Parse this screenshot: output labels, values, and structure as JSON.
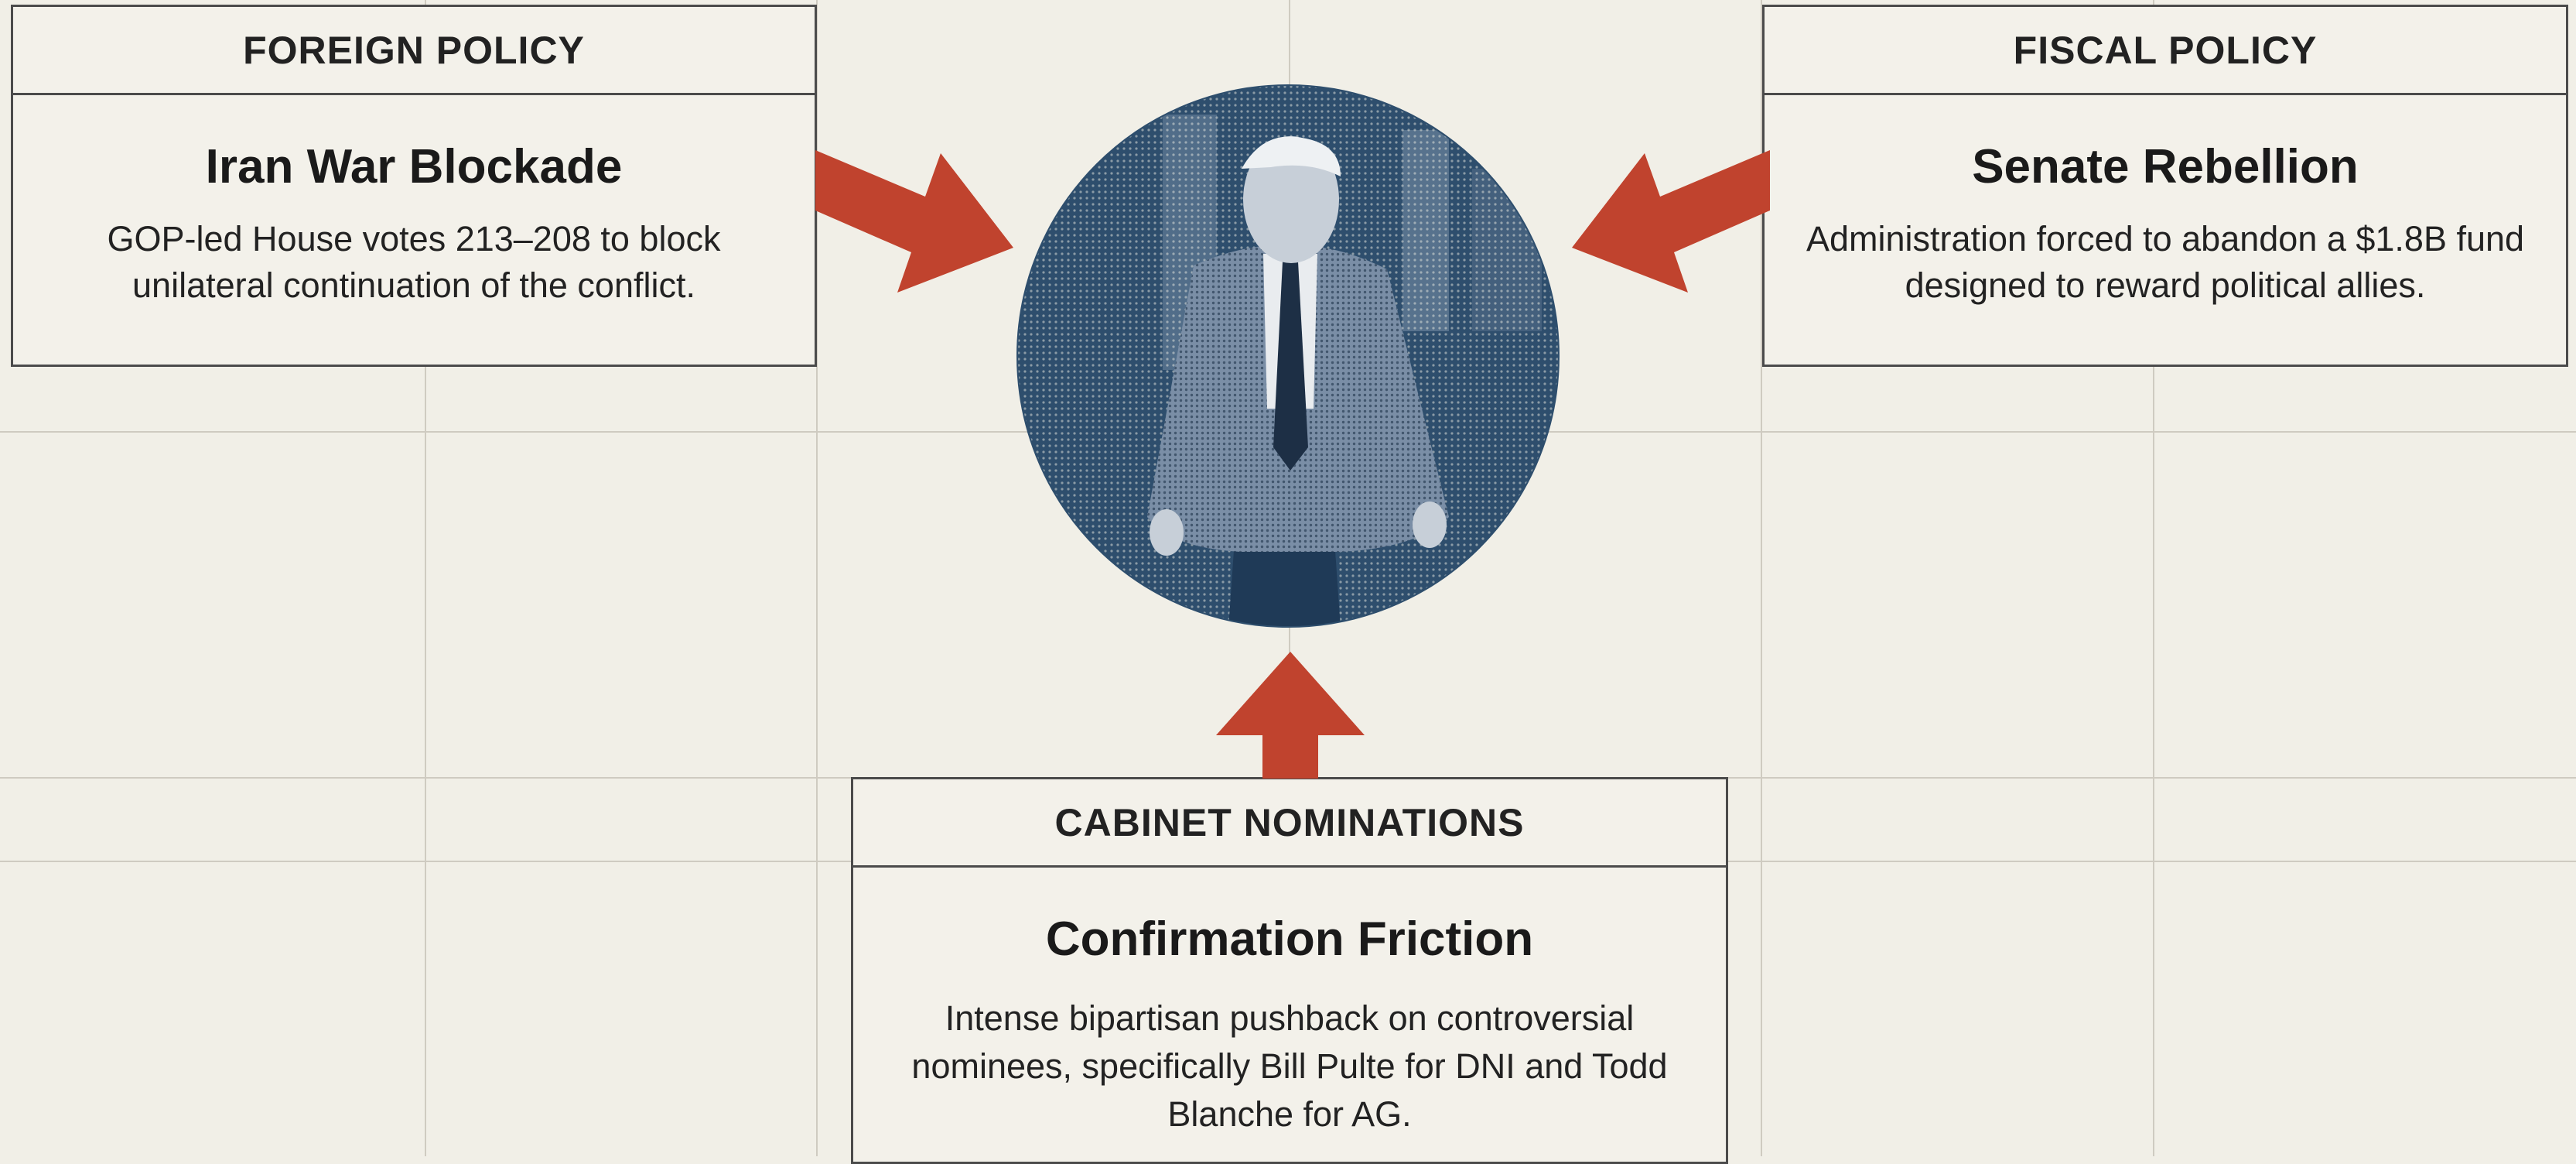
{
  "colors": {
    "background": "#f1efe7",
    "arrow": "#c0432e",
    "portrait": "#2e4e6d",
    "border": "#4b4b4b"
  },
  "cards": {
    "foreign_policy": {
      "category": "FOREIGN POLICY",
      "title": "Iran War Blockade",
      "description": "GOP-led House votes 213–208 to block unilateral continuation of the conflict."
    },
    "fiscal_policy": {
      "category": "FISCAL POLICY",
      "title": "Senate Rebellion",
      "description": "Administration forced to abandon a $1.8B fund designed to reward political allies."
    },
    "cabinet_nominations": {
      "category": "CABINET NOMINATIONS",
      "title": "Confirmation Friction",
      "description": "Intense bipartisan pushback on controversial nominees, specifically Bill Pulte for DNI and Todd Blanche for AG."
    }
  },
  "portrait": {
    "icon": "person-portrait-icon"
  },
  "arrows": {
    "icon": "arrow-icon"
  }
}
